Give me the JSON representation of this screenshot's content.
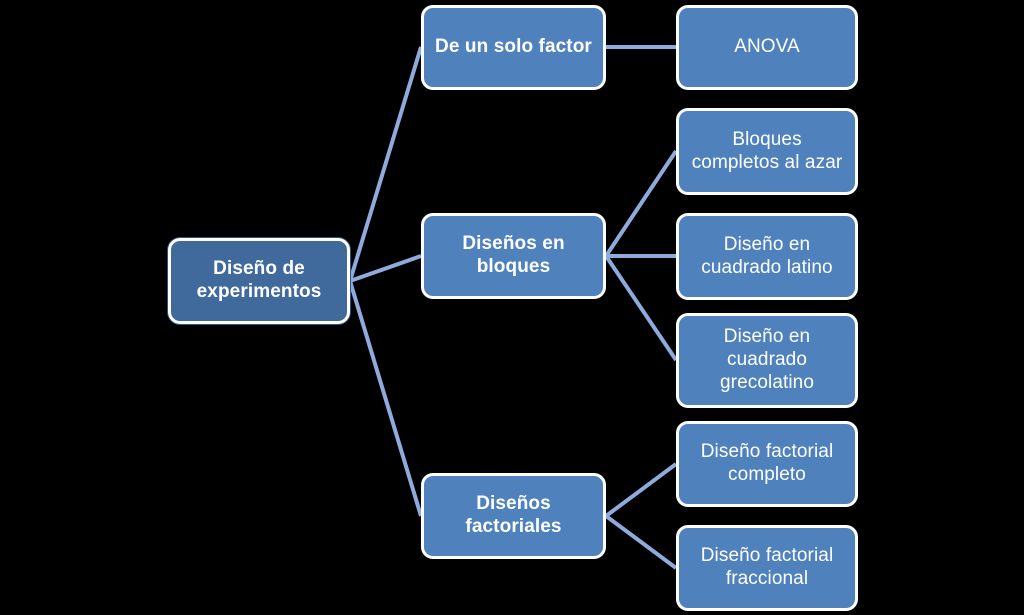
{
  "diagram": {
    "title": "Diseño de experimentos",
    "background_color": "#000000",
    "node_fill_color": "#4f81bd",
    "root_fill_color": "#40699c",
    "node_border_color": "#ffffff",
    "node_text_color": "#ffffff",
    "edge_color": "#8faadc"
  },
  "nodes": {
    "root": {
      "label": "Diseño de\nexperimentos"
    },
    "un_solo_factor": {
      "label": "De un solo factor"
    },
    "anova": {
      "label": "ANOVA"
    },
    "disenos_en_bloques": {
      "label": "Diseños en\nbloques"
    },
    "bloques_completos": {
      "label": "Bloques\ncompletos al azar"
    },
    "cuadrado_latino": {
      "label": "Diseño en\ncuadrado latino"
    },
    "cuadrado_grecolatino": {
      "label": "Diseño en\ncuadrado\ngrecolatino"
    },
    "disenos_factoriales": {
      "label": "Diseños\nfactoriales"
    },
    "factorial_completo": {
      "label": "Diseño factorial\ncompleto"
    },
    "factorial_fraccional": {
      "label": "Diseño factorial\nfraccional"
    }
  }
}
